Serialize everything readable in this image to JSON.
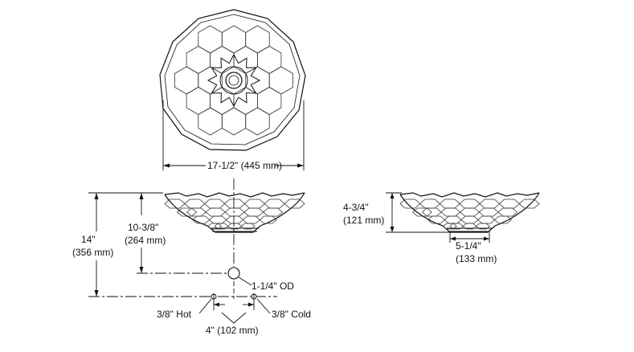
{
  "labels": {
    "top_width": "17-1/2\" (445 mm)",
    "overall_height_in": "14\"",
    "overall_height_mm": "(356 mm)",
    "drain_height_in": "10-3/8\"",
    "drain_height_mm": "(264 mm)",
    "drain_od": "1-1/4\" OD",
    "hot": "3/8\" Hot",
    "cold": "3/8\" Cold",
    "supply_spacing": "4\" (102 mm)",
    "bowl_height_in": "4-3/4\"",
    "bowl_height_mm": "(121 mm)",
    "base_width_in": "5-1/4\"",
    "base_width_mm": "(133 mm)"
  },
  "colors": {
    "line": "#111111",
    "pattern": "#333333"
  }
}
